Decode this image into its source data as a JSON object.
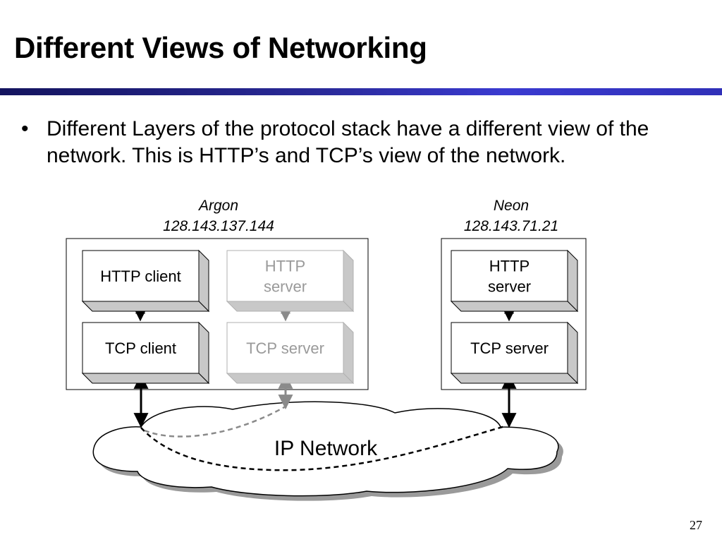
{
  "slide": {
    "title": "Different Views of Networking",
    "bullet": "Different Layers of the protocol stack have a different view of the network. This is HTTP’s and TCP’s view of the network.",
    "bullet_marker": "•",
    "page_number": "27"
  },
  "diagram": {
    "hosts": [
      {
        "name": "Argon",
        "ip": "128.143.137.144",
        "boxes": [
          {
            "id": "argon-http-client",
            "lines": [
              "HTTP client"
            ],
            "faded": false
          },
          {
            "id": "argon-http-server",
            "lines": [
              "HTTP",
              "server"
            ],
            "faded": true
          },
          {
            "id": "argon-tcp-client",
            "lines": [
              "TCP client"
            ],
            "faded": false
          },
          {
            "id": "argon-tcp-server",
            "lines": [
              "TCP server"
            ],
            "faded": true
          }
        ]
      },
      {
        "name": "Neon",
        "ip": "128.143.71.21",
        "boxes": [
          {
            "id": "neon-http-server",
            "lines": [
              "HTTP",
              "server"
            ],
            "faded": false
          },
          {
            "id": "neon-tcp-server",
            "lines": [
              "TCP server"
            ],
            "faded": false
          }
        ]
      }
    ],
    "network_label": "IP Network",
    "colors": {
      "normal_text": "#000000",
      "faded_text": "#9a9a9a",
      "box_side": "#c8c8c8",
      "shadow": "#9a9a9a",
      "faded_arrow": "#8a8a8a"
    }
  }
}
